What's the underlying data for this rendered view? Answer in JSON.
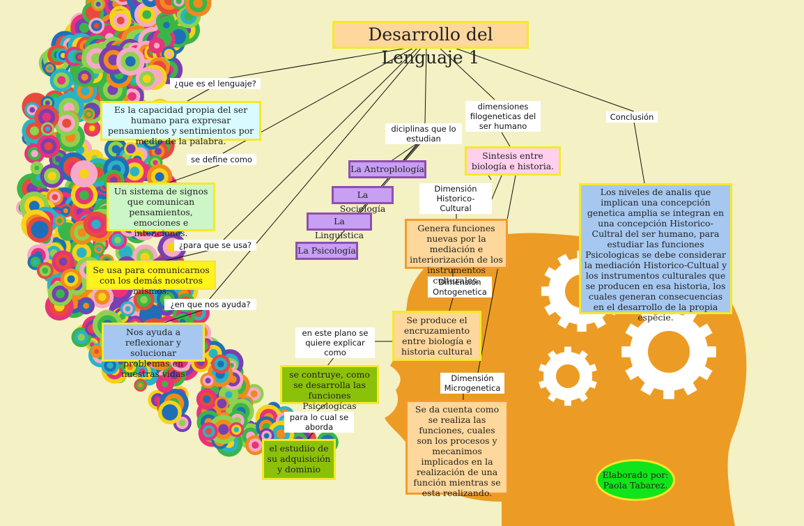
{
  "title": "Desarrollo del Lenguaje 1",
  "labels": {
    "que_es": "¿que es el lenguaje?",
    "define": "se define como",
    "para_que": "¿para que se usa?",
    "ayuda": "¿en que nos ayuda?",
    "diciplinas": "diciplinas que lo estudian",
    "dimensiones": "dimensiones filogeneticas del ser humano",
    "conclusion": "Conclusión",
    "historico": "Dimensión Historico-Cultural",
    "ontogenetica": "Dimensión Ontogenetica",
    "microgenetica": "Dimensión Microgenetica",
    "plano": "en este plano se quiere explicar como",
    "para_lo_cual": "para lo cual se aborda"
  },
  "boxes": {
    "capacidad": "Es la capacidad propia del ser humano para expresar pensamientos y sentimientos por medio de la palabra.",
    "sistema": "Un sistema de signos que comunican pensamientos, emociones e intenciones.",
    "comunicar": "Se usa para comunicarnos con los demás nosotros mismos.",
    "reflexionar": "Nos ayuda a reflexionar y solucionar problemas en nuestras vidas",
    "antropologia": "La Antroplología",
    "sociologia": "La Sociología",
    "linguistica": "La Linguistica",
    "psicologia": "La Psicología",
    "sintesis": "Sintesis entre biología e historia.",
    "genera": "Genera funciones nuevas por la mediación e interiorización de los instrumentos culturales.",
    "encruzamiento": "Se produce el encruzamiento entre biología e historia cultural",
    "se_da_cuenta": "Se da cuenta como se realiza las funciones, cuales son los procesos y mecanimos implicados en la realización de una función mientras se esta realizando.",
    "contruye": "se contruye, como se desarrolla las funciones Psicologícas",
    "estudio": "el estudiio de su adquisición y dominio",
    "niveles": "Los niveles de analis que implican una concepción genetica amplia se integran en una concepción Historico-Cultral del ser humano, para estudiar las funciones Psicologicas se debe considerar la mediación Historico-Cultual y los instrumentos culturales que se producen en esa historia, los cuales generan consecuencias en el desarrollo de la propia especie."
  },
  "credit": "Elaborado por: Paola Tabarez.",
  "colors": {
    "background": "#f4f1c4",
    "head": "#ec9c24",
    "title_fill": "#fdd79b",
    "yellow_border": "#f5e92a",
    "purple_fill": "#c79ff3",
    "green_fill": "#8cc10a",
    "blue_fill": "#a6c8f0",
    "credit_fill": "#11e41a"
  }
}
